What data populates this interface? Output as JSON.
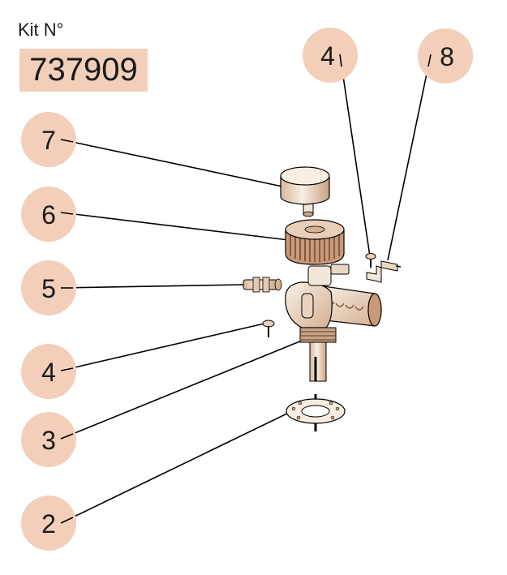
{
  "header": {
    "kit_label": "Kit N°",
    "kit_number": "737909"
  },
  "colors": {
    "callout_fill": "#f3cfba",
    "leader_line": "#000000",
    "part_fill": "#f6ecdf",
    "part_shadow": "#b8926f"
  },
  "callouts": [
    {
      "id": "c7",
      "label": "7",
      "part": "cap"
    },
    {
      "id": "c6",
      "label": "6",
      "part": "handwheel"
    },
    {
      "id": "c5",
      "label": "5",
      "part": "hose-connector"
    },
    {
      "id": "c4-left",
      "label": "4",
      "part": "screw"
    },
    {
      "id": "c3",
      "label": "3",
      "part": "valve-body"
    },
    {
      "id": "c2",
      "label": "2",
      "part": "gasket"
    },
    {
      "id": "c4-top",
      "label": "4",
      "part": "screw"
    },
    {
      "id": "c8",
      "label": "8",
      "part": "bracket"
    }
  ]
}
